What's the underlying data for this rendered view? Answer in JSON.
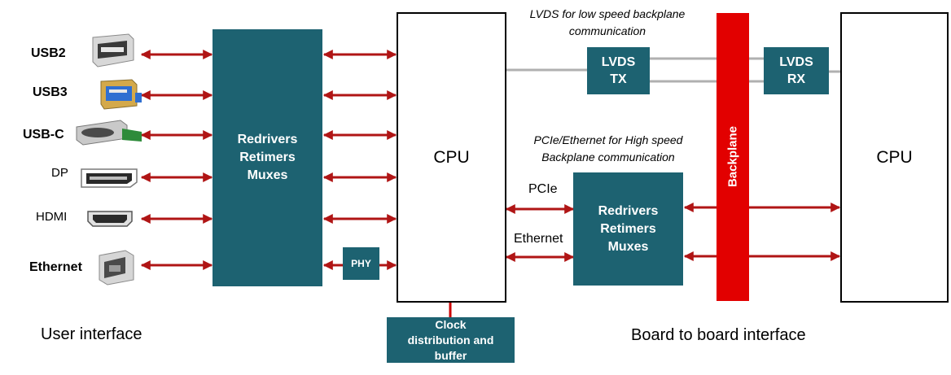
{
  "colors": {
    "block_fill": "#1d6271",
    "arrow": "#b01515",
    "backplane": "#e20000",
    "lvds_line": "#b0b0b0"
  },
  "user_interface": {
    "connectors": [
      {
        "label": "USB2",
        "icon": "usb2-port-icon"
      },
      {
        "label": "USB3",
        "icon": "usb3-port-icon"
      },
      {
        "label": "USB-C",
        "icon": "usb-c-port-icon"
      },
      {
        "label": "DP",
        "icon": "displayport-icon"
      },
      {
        "label": "HDMI",
        "icon": "hdmi-port-icon"
      },
      {
        "label": "Ethernet",
        "icon": "rj45-port-icon"
      }
    ],
    "redriver_block": [
      "Redrivers",
      "Retimers",
      "Muxes"
    ],
    "phy_label": "PHY",
    "footer_label": "User interface"
  },
  "cpu_left": {
    "label": "CPU"
  },
  "clock_block": [
    "Clock",
    "distribution and",
    "buffer"
  ],
  "board_to_board": {
    "lvds_caption": [
      "LVDS for low speed backplane",
      "communication"
    ],
    "lvds_tx": [
      "LVDS",
      "TX"
    ],
    "lvds_rx": [
      "LVDS",
      "RX"
    ],
    "high_speed_caption": [
      "PCIe/Ethernet for High speed",
      "Backplane communication"
    ],
    "pcie_label": "PCIe",
    "ethernet_label": "Ethernet",
    "redriver_block": [
      "Redrivers",
      "Retimers",
      "Muxes"
    ],
    "backplane_label": "Backplane",
    "footer_label": "Board to board interface"
  },
  "cpu_right": {
    "label": "CPU"
  }
}
